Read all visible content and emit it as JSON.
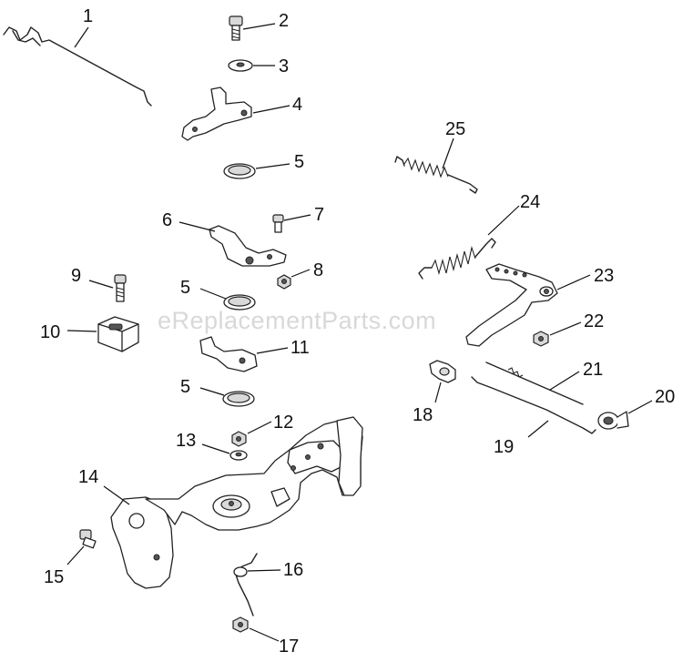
{
  "watermark": "eReplacementParts.com",
  "callouts": {
    "c1": "1",
    "c2": "2",
    "c3": "3",
    "c4": "4",
    "c5a": "5",
    "c5b": "5",
    "c5c": "5",
    "c6": "6",
    "c7": "7",
    "c8": "8",
    "c9": "9",
    "c10": "10",
    "c11": "11",
    "c12": "12",
    "c13": "13",
    "c14": "14",
    "c15": "15",
    "c16": "16",
    "c17": "17",
    "c18": "18",
    "c19": "19",
    "c20": "20",
    "c21": "21",
    "c22": "22",
    "c23": "23",
    "c24": "24",
    "c25": "25"
  }
}
